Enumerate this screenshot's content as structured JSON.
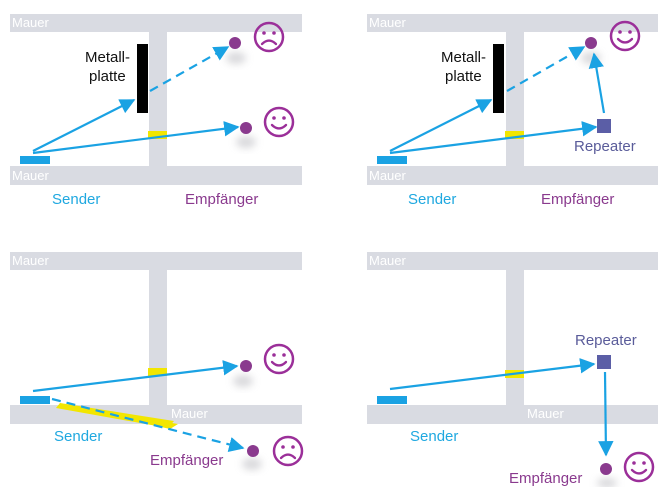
{
  "labels": {
    "wall": "Mauer",
    "sender": "Sender",
    "receiver": "Empfänger",
    "repeater": "Repeater",
    "plate_line1": "Metall-",
    "plate_line2": "platte"
  },
  "colors": {
    "wall": "#d9dbe2",
    "sender": "#1aa2e3",
    "signal": "#1aa2e3",
    "receiver": "#8a3a8e",
    "repeater": "#5b5ea6",
    "yellow": "#f2e600",
    "face": "#9b2f99"
  },
  "icons": [
    "smiley-happy-icon",
    "smiley-sad-icon"
  ]
}
